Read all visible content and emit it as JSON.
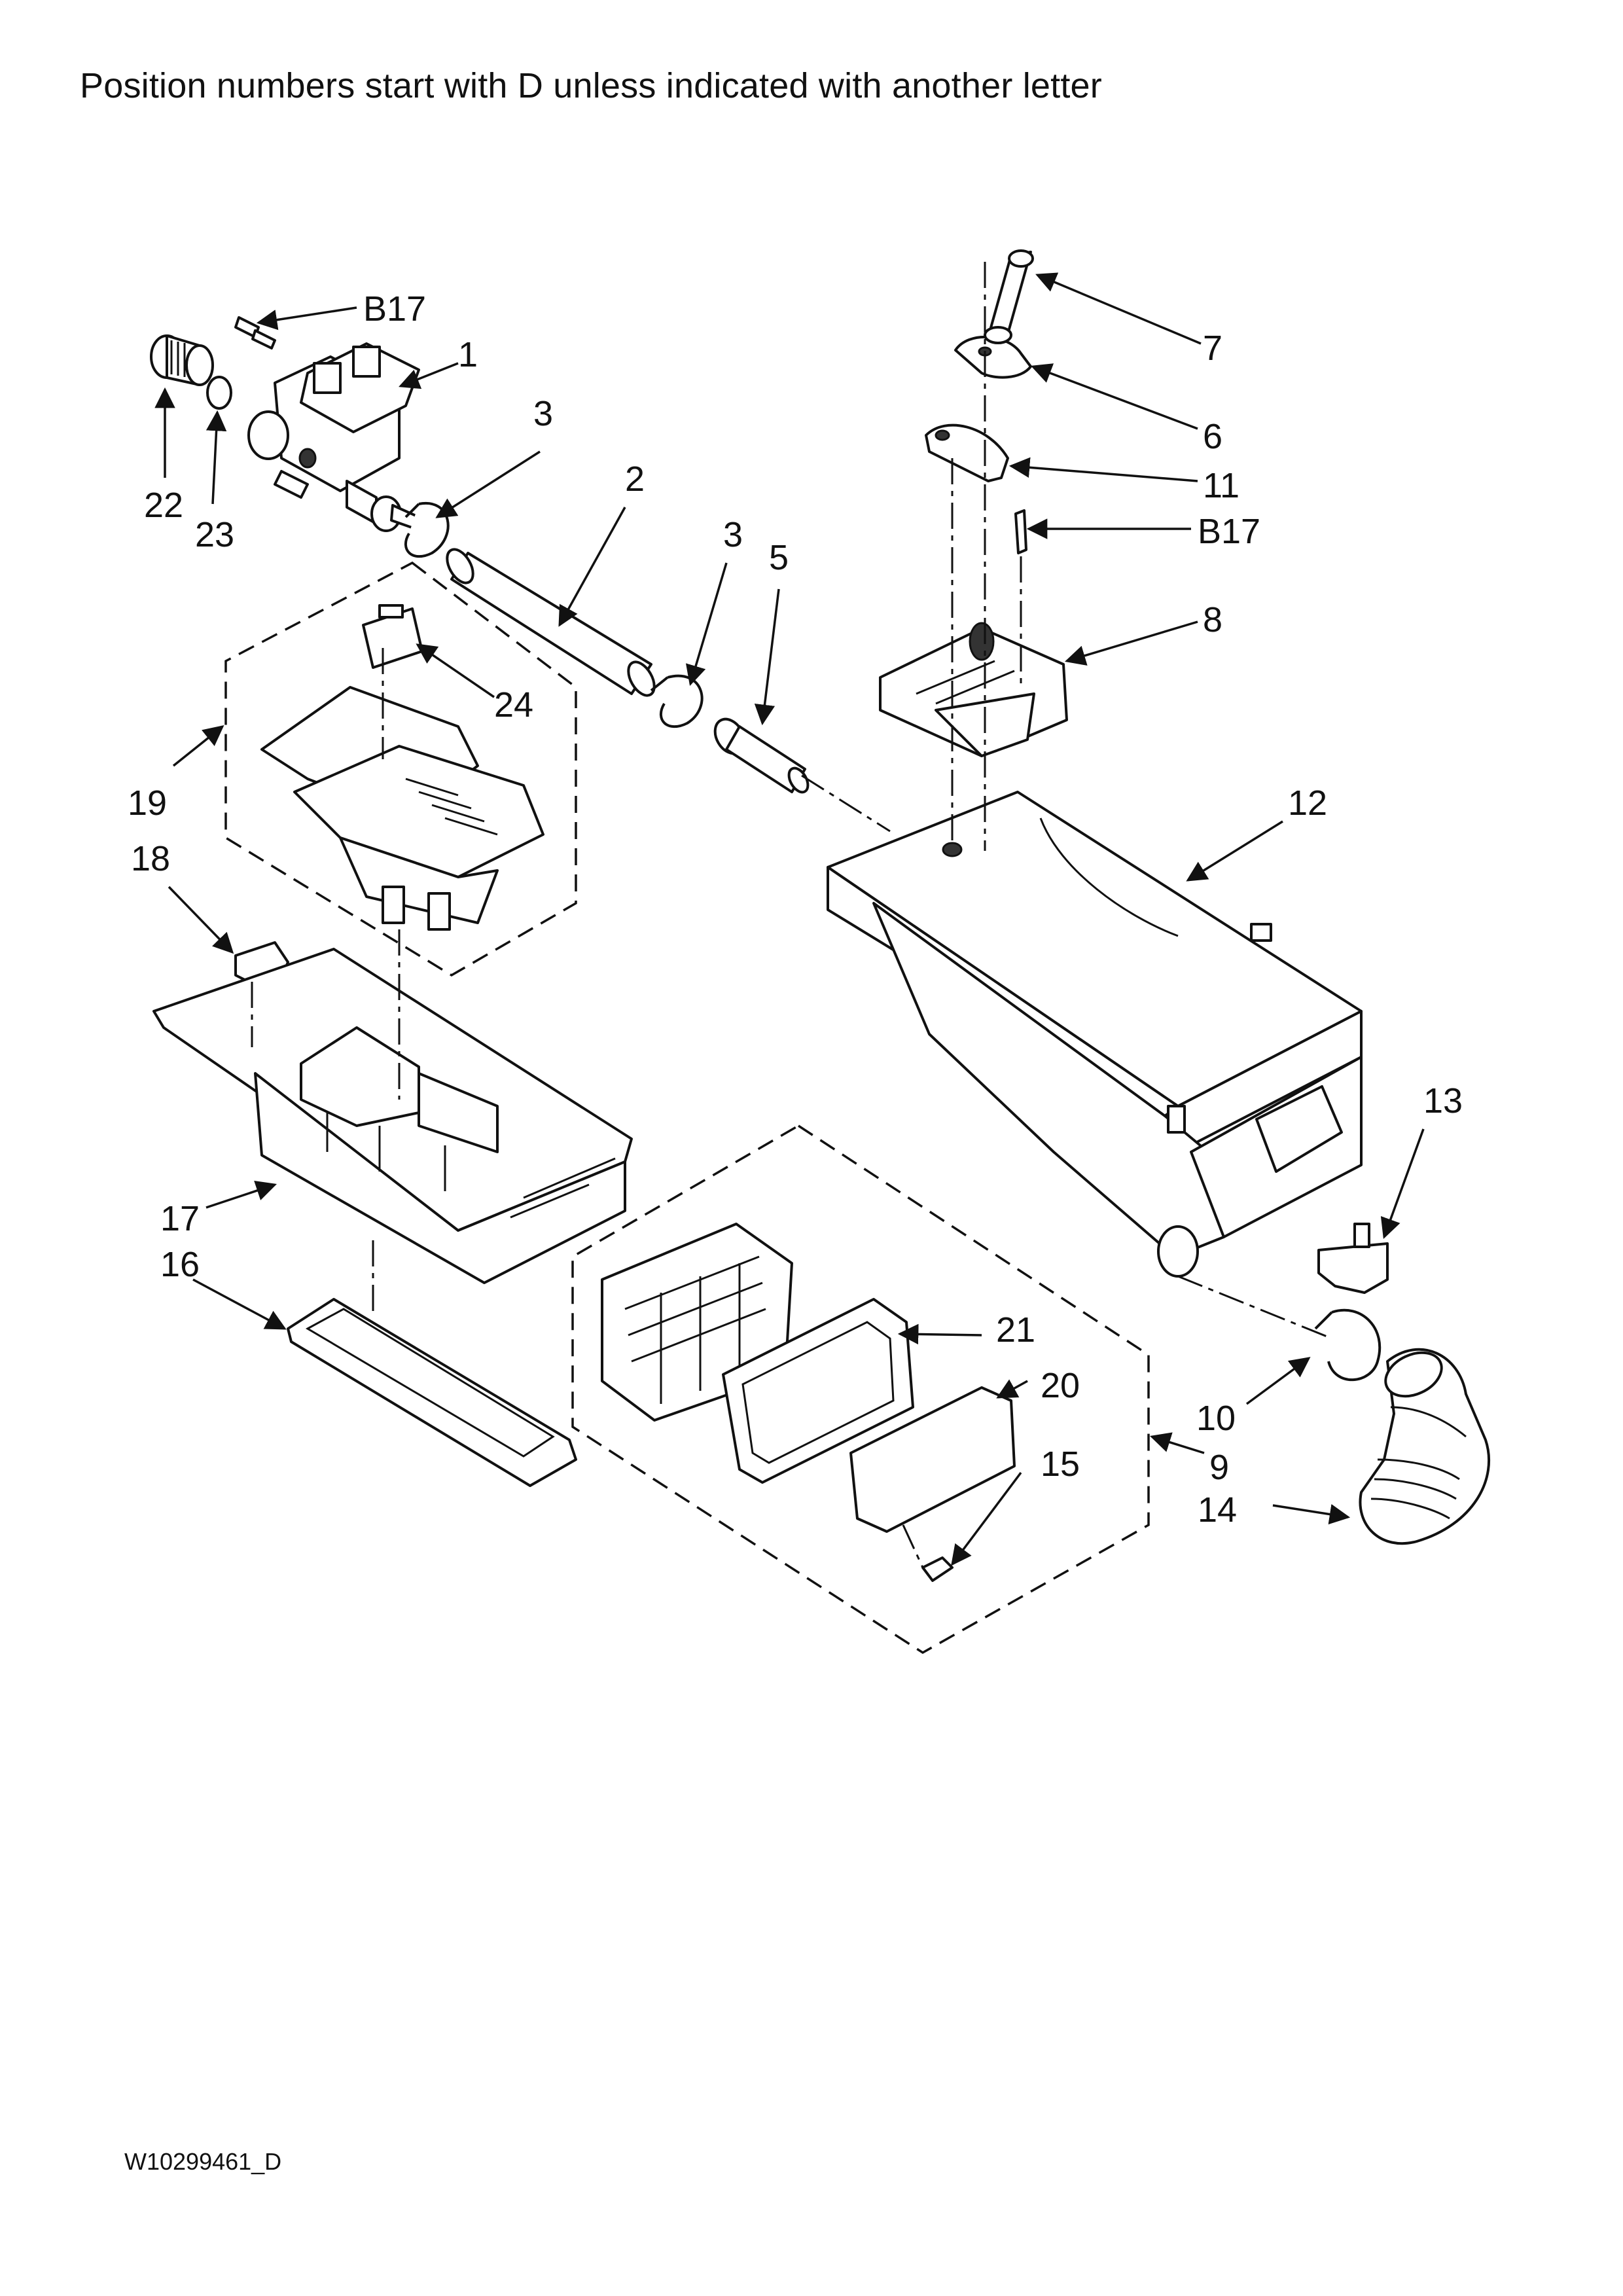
{
  "header": {
    "note": "Position numbers start with D unless indicated with another letter"
  },
  "footer": {
    "document_number": "W10299461_D"
  },
  "callouts": [
    {
      "id": "B17-top",
      "label": "B17"
    },
    {
      "id": "1",
      "label": "1"
    },
    {
      "id": "3-left",
      "label": "3"
    },
    {
      "id": "22",
      "label": "22"
    },
    {
      "id": "23",
      "label": "23"
    },
    {
      "id": "2",
      "label": "2"
    },
    {
      "id": "3-mid",
      "label": "3"
    },
    {
      "id": "5",
      "label": "5"
    },
    {
      "id": "24",
      "label": "24"
    },
    {
      "id": "19",
      "label": "19"
    },
    {
      "id": "18",
      "label": "18"
    },
    {
      "id": "17",
      "label": "17"
    },
    {
      "id": "16",
      "label": "16"
    },
    {
      "id": "7",
      "label": "7"
    },
    {
      "id": "6",
      "label": "6"
    },
    {
      "id": "11",
      "label": "11"
    },
    {
      "id": "B17-right",
      "label": "B17"
    },
    {
      "id": "8",
      "label": "8"
    },
    {
      "id": "12",
      "label": "12"
    },
    {
      "id": "13",
      "label": "13"
    },
    {
      "id": "21",
      "label": "21"
    },
    {
      "id": "20",
      "label": "20"
    },
    {
      "id": "15",
      "label": "15"
    },
    {
      "id": "9",
      "label": "9"
    },
    {
      "id": "10",
      "label": "10"
    },
    {
      "id": "14",
      "label": "14"
    }
  ]
}
